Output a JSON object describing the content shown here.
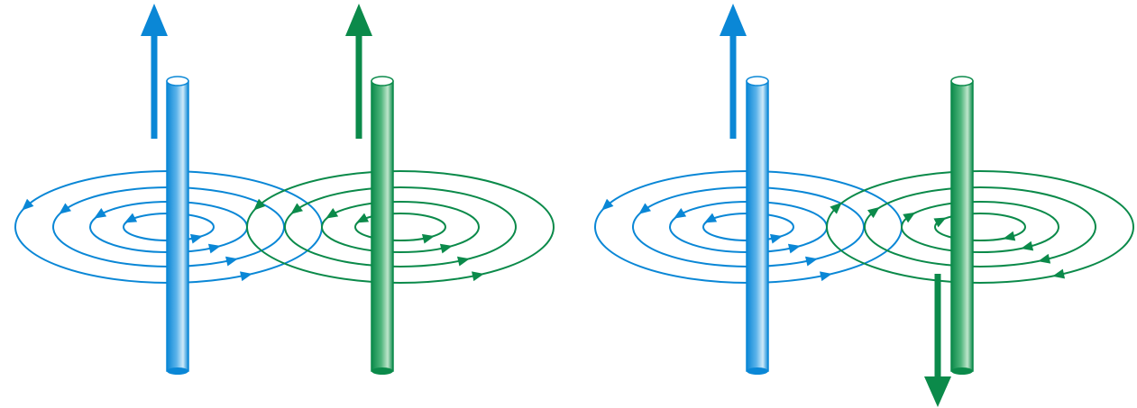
{
  "colors": {
    "blue": "#0a87d6",
    "blue_light": "#bfe3f8",
    "green": "#0b8a4a",
    "green_light": "#a7dcb8",
    "background": "#ffffff"
  },
  "panels": [
    {
      "id": "parallel-currents",
      "wire_1": {
        "color": "blue",
        "current_direction": "up",
        "field_rotation": "counterclockwise"
      },
      "wire_2": {
        "color": "green",
        "current_direction": "up",
        "field_rotation": "counterclockwise"
      }
    },
    {
      "id": "antiparallel-currents",
      "wire_1": {
        "color": "blue",
        "current_direction": "up",
        "field_rotation": "counterclockwise"
      },
      "wire_2": {
        "color": "green",
        "current_direction": "down",
        "field_rotation": "clockwise"
      }
    }
  ],
  "icons": [
    "up-arrow-icon",
    "down-arrow-icon",
    "field-loop-arrow-icon"
  ]
}
